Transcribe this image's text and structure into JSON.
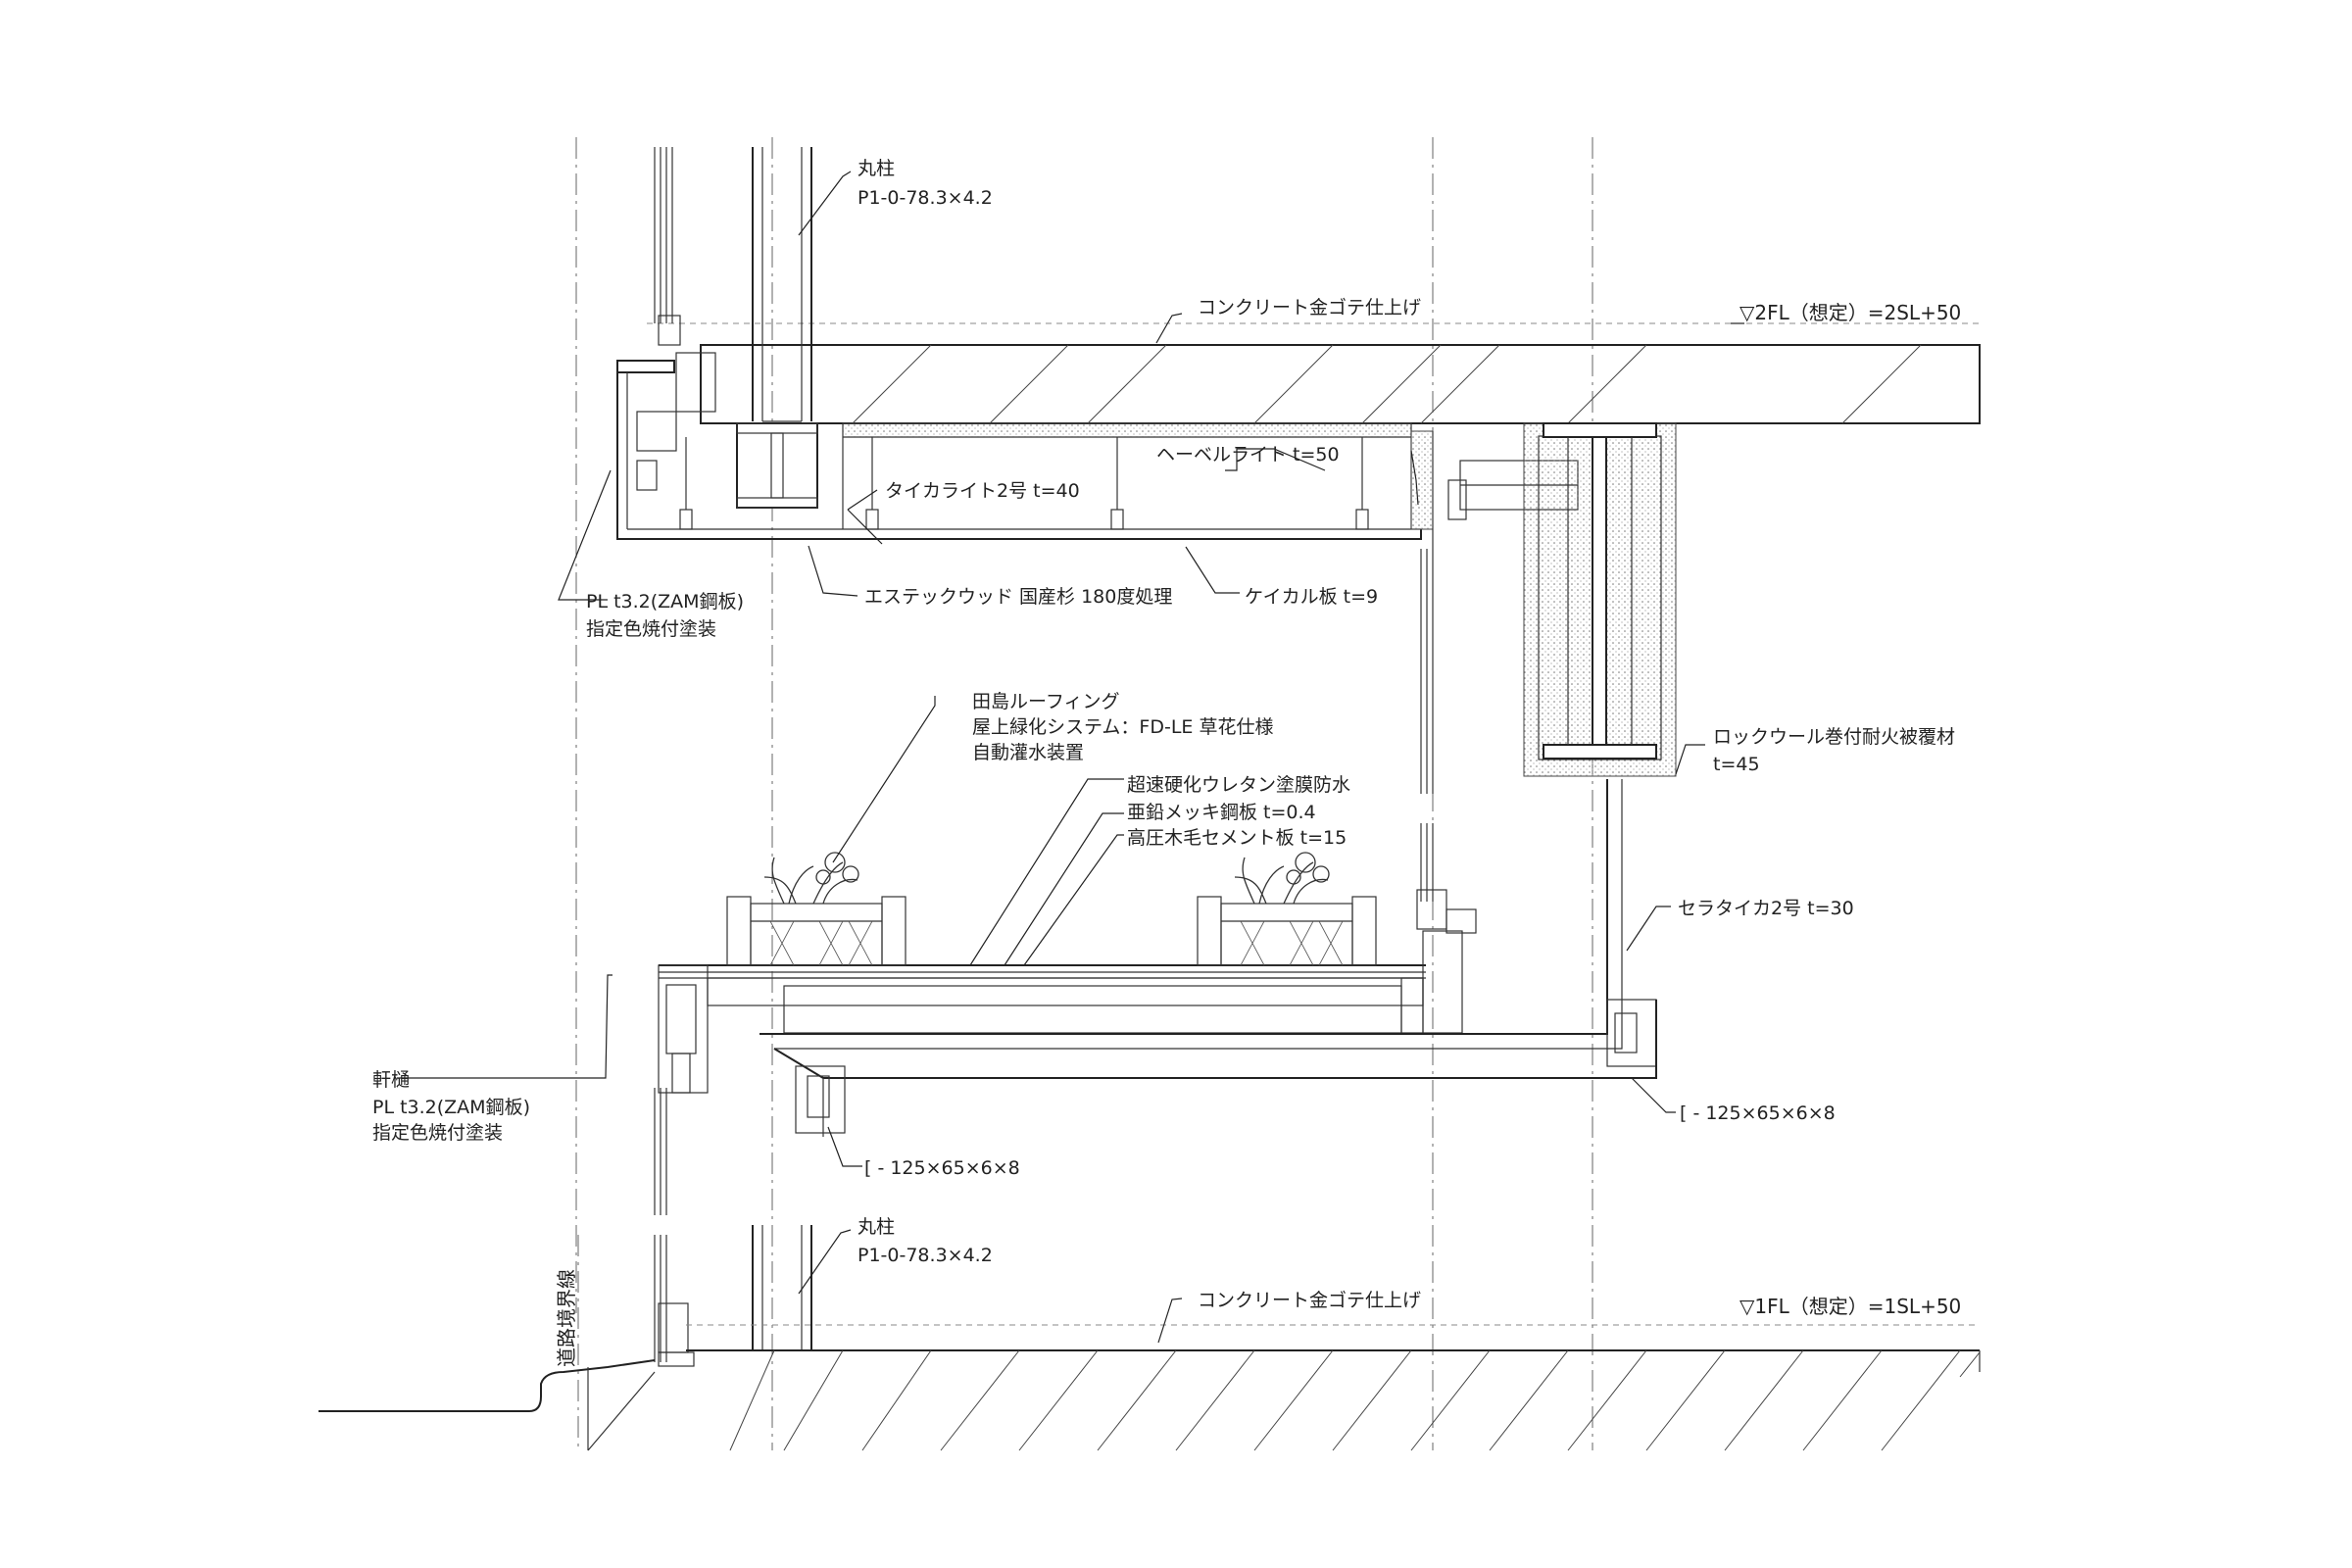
{
  "labels": {
    "column_top_name": "丸柱",
    "column_top_spec": "P1-0-78.3×4.2",
    "concrete_finish_2f": "コンクリート金ゴテ仕上げ",
    "level_2f": "▽2FL（想定）=2SL+50",
    "hebel": "ヘーベルライト t=50",
    "taika": "タイカライト2号 t=40",
    "pl_top_1": "PL t3.2(ZAM鋼板)",
    "pl_top_2": "指定色焼付塗装",
    "estec": "エステックウッド 国産杉 180度処理",
    "keikal": "ケイカル板 t=9",
    "tajima_1": "田島ルーフィング",
    "tajima_2": "屋上緑化システム：FD-LE 草花仕様",
    "tajima_3": "自動灌水装置",
    "rockwool_1": "ロックウール巻付耐火被覆材",
    "rockwool_2": "t=45",
    "urethane": "超速硬化ウレタン塗膜防水",
    "galv": "亜鉛メッキ鋼板 t=0.4",
    "cement": "高圧木毛セメント板 t=15",
    "sera": "セラタイカ2号 t=30",
    "gutter_1": "軒樋",
    "gutter_2": "PL t3.2(ZAM鋼板)",
    "gutter_3": "指定色焼付塗装",
    "channel_right": "[ - 125×65×6×8",
    "channel_left": "[ - 125×65×6×8",
    "column_bottom_name": "丸柱",
    "column_bottom_spec": "P1-0-78.3×4.2",
    "concrete_finish_1f": "コンクリート金ゴテ仕上げ",
    "level_1f": "▽1FL（想定）=1SL+50",
    "road_boundary": "道路境界線"
  }
}
